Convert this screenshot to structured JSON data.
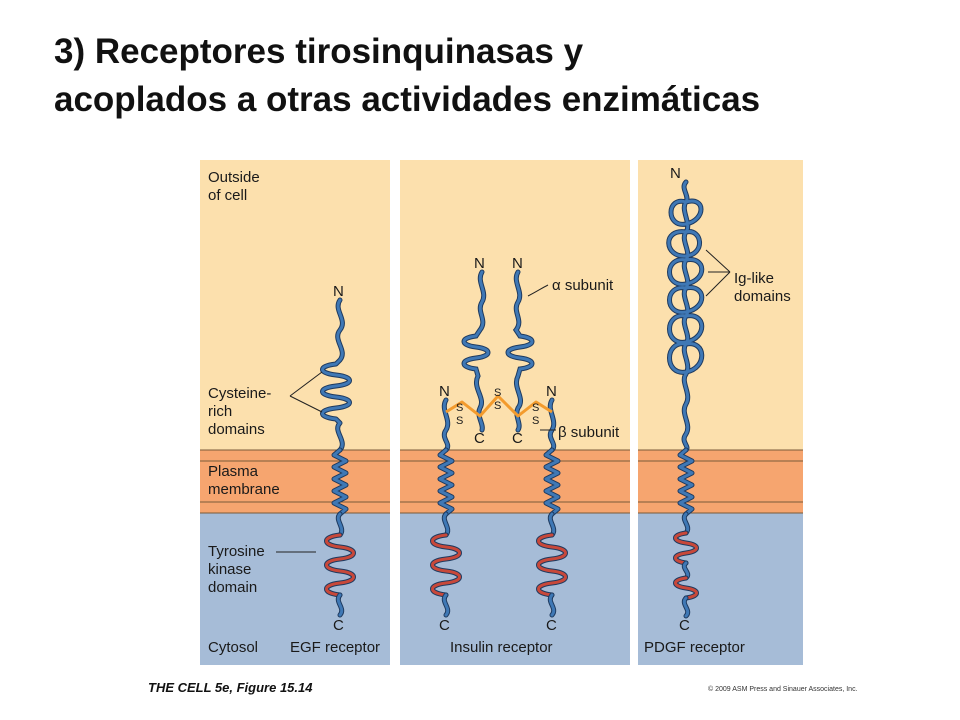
{
  "slide": {
    "title_lines": [
      "3) Receptores tirosinquinasas y",
      "acoplados a otras actividades enzimáticas"
    ]
  },
  "figure": {
    "colors": {
      "outside": "#fce0ad",
      "membrane": "#f6a56f",
      "cytosol": "#a6bcd7",
      "extracellular_chain": "#3f78b5",
      "kinase_chain": "#c8483a",
      "disulfide_bond": "#f39b2d"
    },
    "regions": {
      "outside": "Outside\nof cell",
      "membrane": "Plasma\nmembrane",
      "cytosol": "Cytosol"
    },
    "panels": [
      {
        "name": "EGF receptor"
      },
      {
        "name": "Insulin receptor"
      },
      {
        "name": "PDGF receptor"
      }
    ],
    "annotations": {
      "cysteine_rich": "Cysteine-\nrich\ndomains",
      "tyrosine_kinase": "Tyrosine\nkinase\ndomain",
      "alpha_subunit": "α subunit",
      "beta_subunit": "β subunit",
      "ig_like": "Ig-like\ndomains"
    },
    "terminals": {
      "n": "N",
      "c": "C"
    },
    "disulfide_label": "S",
    "credit": "THE CELL 5e, Figure 15.14",
    "copyright": "© 2009 ASM Press and Sinauer Associates, Inc."
  }
}
